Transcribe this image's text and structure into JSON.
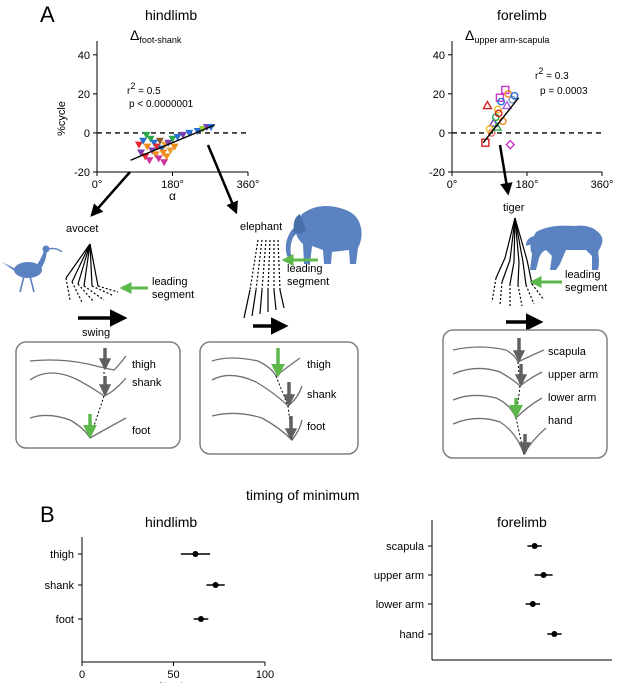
{
  "panel_a": {
    "letter": "A",
    "hindlimb": {
      "title": "hindlimb",
      "delta": "Δ",
      "delta_sub": "foot-shank",
      "r2_base": "r",
      "r2_sup": "2",
      "r2_rest": " = 0.5",
      "p": "p < 0.0000001",
      "animal_left": "avocet",
      "animal_right": "elephant",
      "leading_left": [
        "leading",
        "segment"
      ],
      "leading_right": [
        "leading",
        "segment"
      ],
      "swing": "swing",
      "traces_left": [
        "thigh",
        "shank",
        "foot"
      ],
      "traces_right": [
        "thigh",
        "shank",
        "foot"
      ]
    },
    "forelimb": {
      "title": "forelimb",
      "delta": "Δ",
      "delta_sub": "upper arm-scapula",
      "r2_base": "r",
      "r2_sup": "2",
      "r2_rest": " = 0.3",
      "p": "p = 0.0003",
      "animal": "tiger",
      "leading": [
        "leading",
        "segment"
      ],
      "traces": [
        "scapula",
        "upper arm",
        "lower arm",
        "hand"
      ]
    }
  },
  "panel_b": {
    "letter": "B",
    "title": "timing of minimum",
    "hindlimb_title": "hindlimb",
    "forelimb_title": "forelimb"
  },
  "colors": {
    "accent_green": "#5db84c",
    "marker_gray": "#606060",
    "animal_blue": "#5b82c0",
    "frame_gray": "#808080"
  },
  "chart_data": [
    {
      "type": "scatter",
      "panel": "A-hindlimb",
      "ylabel": "%cycle",
      "xlabel": "α",
      "xlim": [
        0,
        360
      ],
      "ylim": [
        -20,
        45
      ],
      "xticks": [
        "0°",
        "180°",
        "360°"
      ],
      "yticks": [
        -20,
        0,
        20,
        40
      ],
      "reference_line_y": 0,
      "regression": {
        "x": [
          80,
          280
        ],
        "y": [
          -14,
          4
        ]
      },
      "points": [
        {
          "x": 100,
          "y": -6,
          "c": "#e8282b"
        },
        {
          "x": 105,
          "y": -10,
          "c": "#7a3fb0"
        },
        {
          "x": 110,
          "y": -4,
          "c": "#2b6fd0"
        },
        {
          "x": 115,
          "y": -12,
          "c": "#e8282b"
        },
        {
          "x": 120,
          "y": -7,
          "c": "#f08c1a"
        },
        {
          "x": 125,
          "y": -14,
          "c": "#cc3399"
        },
        {
          "x": 128,
          "y": -3,
          "c": "#2aa84a"
        },
        {
          "x": 132,
          "y": -9,
          "c": "#7a3fb0"
        },
        {
          "x": 136,
          "y": -5,
          "c": "#2b6fd0"
        },
        {
          "x": 140,
          "y": -11,
          "c": "#f08c1a"
        },
        {
          "x": 143,
          "y": -7,
          "c": "#e8282b"
        },
        {
          "x": 147,
          "y": -13,
          "c": "#cc3399"
        },
        {
          "x": 150,
          "y": -4,
          "c": "#8a5a2b"
        },
        {
          "x": 154,
          "y": -8,
          "c": "#2b6fd0"
        },
        {
          "x": 158,
          "y": -10,
          "c": "#f08c1a"
        },
        {
          "x": 162,
          "y": -6,
          "c": "#e8a030"
        },
        {
          "x": 166,
          "y": -12,
          "c": "#f08c1a"
        },
        {
          "x": 170,
          "y": -5,
          "c": "#7a3fb0"
        },
        {
          "x": 175,
          "y": -9,
          "c": "#e8a030"
        },
        {
          "x": 180,
          "y": -3,
          "c": "#2aa84a"
        },
        {
          "x": 185,
          "y": -7,
          "c": "#f08c1a"
        },
        {
          "x": 192,
          "y": -2,
          "c": "#2b6fd0"
        },
        {
          "x": 205,
          "y": -1,
          "c": "#7a3fb0"
        },
        {
          "x": 220,
          "y": 0,
          "c": "#2b6fd0"
        },
        {
          "x": 240,
          "y": 1,
          "c": "#2b6fd0"
        },
        {
          "x": 252,
          "y": 2,
          "c": "#9acd32"
        },
        {
          "x": 262,
          "y": 3,
          "c": "#7a3fb0"
        },
        {
          "x": 272,
          "y": 3,
          "c": "#2b6fd0"
        },
        {
          "x": 118,
          "y": -1,
          "c": "#2aa84a"
        },
        {
          "x": 160,
          "y": -15,
          "c": "#cc3399"
        }
      ]
    },
    {
      "type": "scatter",
      "panel": "A-forelimb",
      "xlim": [
        0,
        360
      ],
      "ylim": [
        -20,
        45
      ],
      "xticks": [
        "0°",
        "180°",
        "360°"
      ],
      "yticks": [
        -20,
        0,
        20,
        40
      ],
      "reference_line_y": 0,
      "regression": {
        "x": [
          75,
          160
        ],
        "y": [
          -5,
          18
        ]
      },
      "points": [
        {
          "x": 80,
          "y": -5,
          "c": "#d02020",
          "s": "square"
        },
        {
          "x": 85,
          "y": 14,
          "c": "#d02020",
          "s": "triangle"
        },
        {
          "x": 95,
          "y": 0,
          "c": "#e87070",
          "s": "circle"
        },
        {
          "x": 100,
          "y": 5,
          "c": "#7a3fb0",
          "s": "triangle"
        },
        {
          "x": 105,
          "y": 8,
          "c": "#2aa84a",
          "s": "circle"
        },
        {
          "x": 110,
          "y": 12,
          "c": "#f0c020",
          "s": "circle"
        },
        {
          "x": 115,
          "y": 18,
          "c": "#cc33cc",
          "s": "square"
        },
        {
          "x": 118,
          "y": 16,
          "c": "#2b6fd0",
          "s": "circle"
        },
        {
          "x": 122,
          "y": 6,
          "c": "#f08c1a",
          "s": "circle"
        },
        {
          "x": 128,
          "y": 22,
          "c": "#cc33cc",
          "s": "square"
        },
        {
          "x": 132,
          "y": 14,
          "c": "#a060e0",
          "s": "triangle"
        },
        {
          "x": 135,
          "y": 20,
          "c": "#f08c1a",
          "s": "circle"
        },
        {
          "x": 140,
          "y": -6,
          "c": "#cc33cc",
          "s": "diamond"
        },
        {
          "x": 145,
          "y": 17,
          "c": "#7a9ad0",
          "s": "circle"
        },
        {
          "x": 150,
          "y": 19,
          "c": "#2b6fd0",
          "s": "circle"
        },
        {
          "x": 90,
          "y": 2,
          "c": "#f0c020",
          "s": "circle"
        },
        {
          "x": 108,
          "y": 3,
          "c": "#2aa84a",
          "s": "triangle"
        },
        {
          "x": 112,
          "y": 10,
          "c": "#d02020",
          "s": "circle"
        }
      ]
    },
    {
      "type": "scatter",
      "panel": "B-hindlimb",
      "xlabel": "%cycle",
      "xlim": [
        0,
        100
      ],
      "xticks": [
        0,
        50,
        100
      ],
      "categories": [
        "thigh",
        "shank",
        "foot"
      ],
      "values": [
        62,
        73,
        65
      ],
      "errors": [
        [
          54,
          70
        ],
        [
          68,
          78
        ],
        [
          61,
          69
        ]
      ]
    },
    {
      "type": "scatter",
      "panel": "B-forelimb",
      "xlim": [
        0,
        100
      ],
      "categories": [
        "scapula",
        "upper arm",
        "lower arm",
        "hand"
      ],
      "values": [
        57,
        62,
        56,
        68
      ],
      "errors": [
        [
          53,
          61
        ],
        [
          57,
          67
        ],
        [
          52,
          60
        ],
        [
          64,
          72
        ]
      ]
    }
  ]
}
